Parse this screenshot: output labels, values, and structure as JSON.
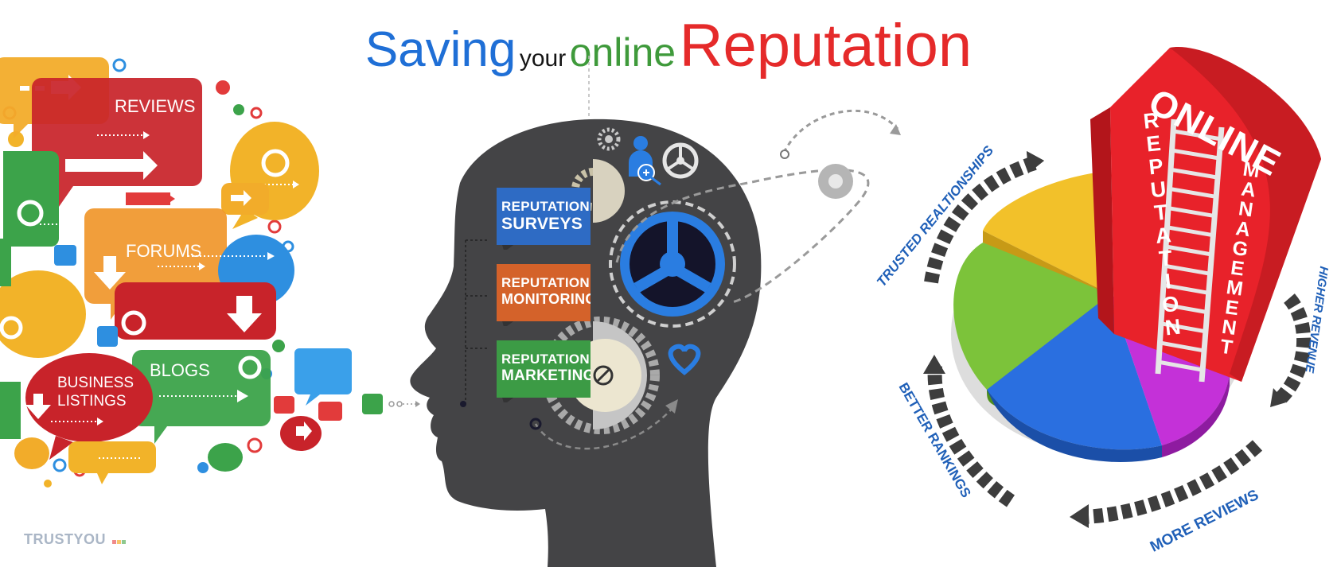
{
  "title": {
    "part1": "Saving",
    "part2": "your",
    "part3": "online",
    "part4": "Reputation"
  },
  "bubbles": {
    "reviews": "REVIEWS",
    "forums": "FORUMS",
    "blogs": "BLOGS",
    "business_line1": "BUSINESS",
    "business_line2": "LISTINGS"
  },
  "brand": "TRUSTYOU",
  "signs": [
    {
      "small": "REPUTATION",
      "big": "SURVEYS",
      "color": "#2e6bc4"
    },
    {
      "small": "REPUTATION",
      "big": "MONITORING",
      "color": "#d4622a"
    },
    {
      "small": "REPUTATION",
      "big": "MARKETING",
      "color": "#3c9b45"
    }
  ],
  "tower": {
    "online": "ONLINE",
    "reputation": "REPUTATION",
    "management": "MANAGEMENT"
  },
  "cycle_labels": {
    "trusted": "TRUSTED REALTIONSHIPS",
    "revenue": "HIGHER REVENUE",
    "reviews": "MORE REVIEWS",
    "rankings": "BETTER RANKINGS"
  },
  "colors": {
    "blue": "#1f6fd6",
    "green": "#3f9a3b",
    "red": "#e52a2a",
    "head": "#444446",
    "gear_blue": "#2a7de1",
    "label_blue": "#2060b8"
  }
}
